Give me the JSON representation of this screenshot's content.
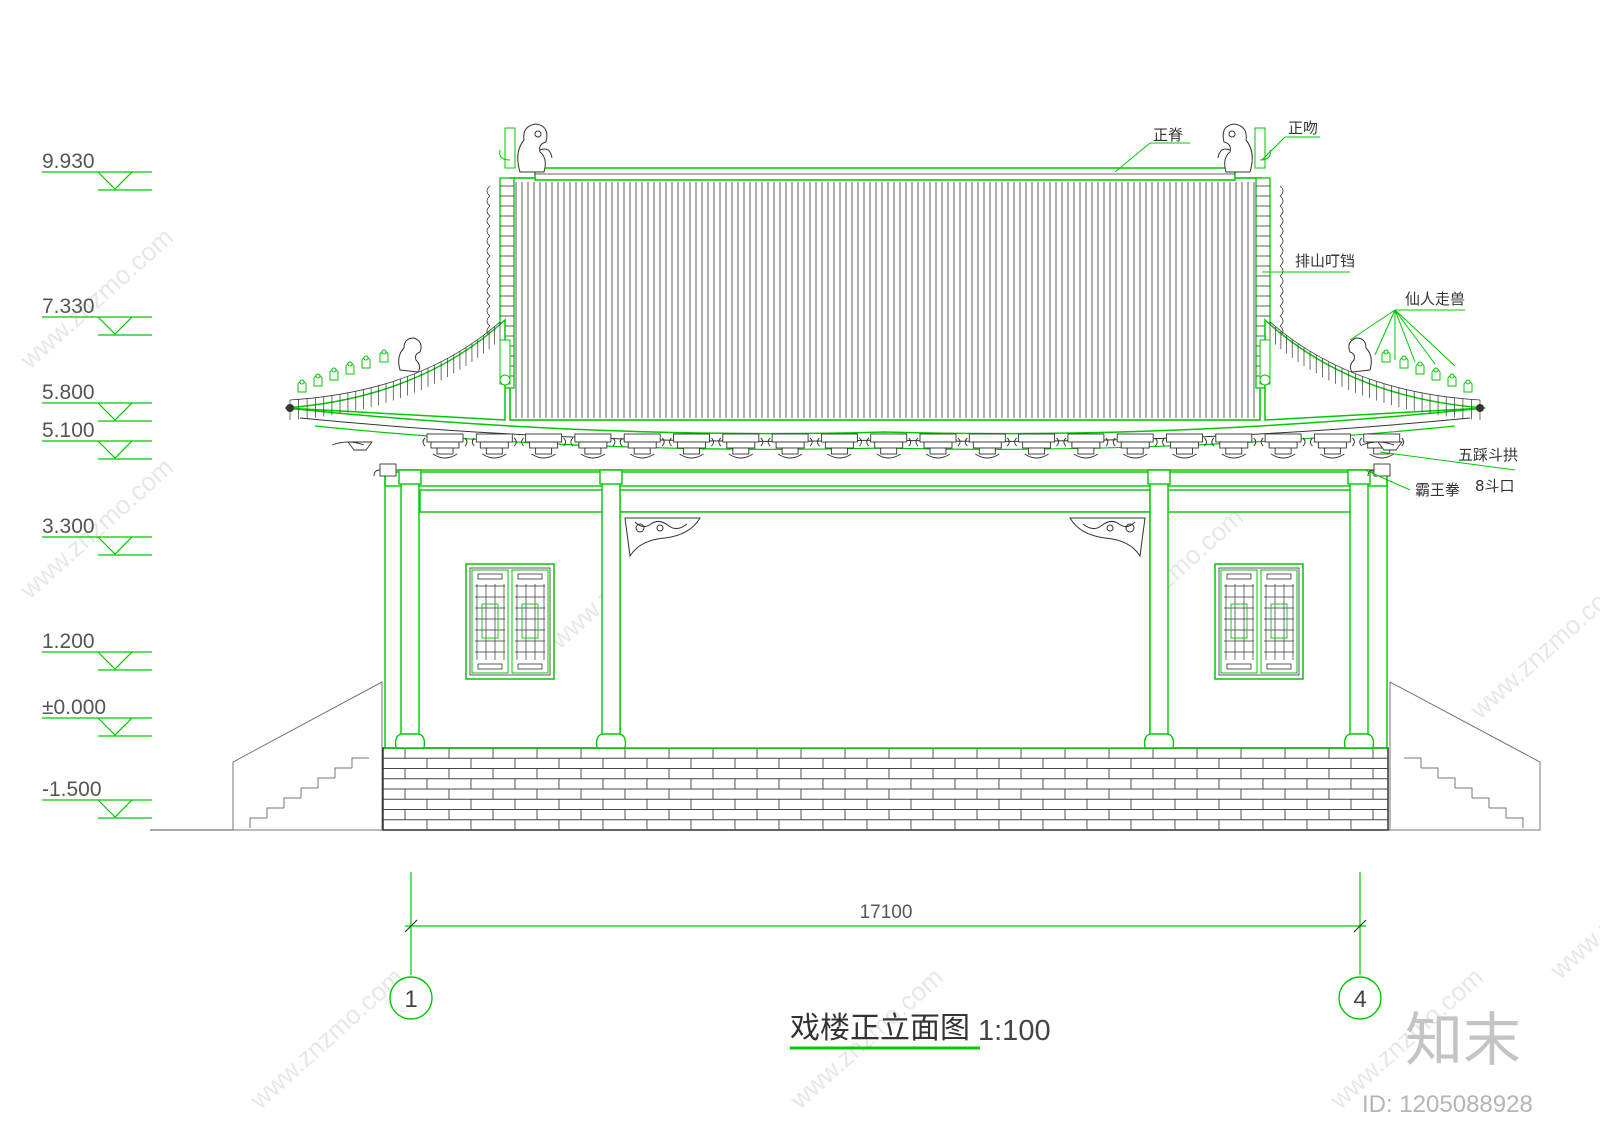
{
  "levels": [
    "9.930",
    "7.330",
    "5.800",
    "5.100",
    "3.300",
    "1.200",
    "±0.000",
    "-1.500"
  ],
  "annotations": {
    "ridge": "正脊",
    "ridge_beast": "正吻",
    "gable_trim": "排山叮铛",
    "roof_figures": "仙人走兽",
    "bracket_set": "五踩斗拱",
    "fist_end": "霸王拳",
    "bracket_unit": "8斗口"
  },
  "dimension": {
    "span": "17100"
  },
  "axes": {
    "left": "1",
    "right": "4"
  },
  "title": {
    "text": "戏楼正立面图",
    "scale": "1:100"
  },
  "watermark": {
    "site": "www.znzmo.com",
    "brand": "知末",
    "id": "ID: 1205088928"
  },
  "colors": {
    "line": "#00c800",
    "ink": "#333333",
    "grey": "#888888"
  }
}
